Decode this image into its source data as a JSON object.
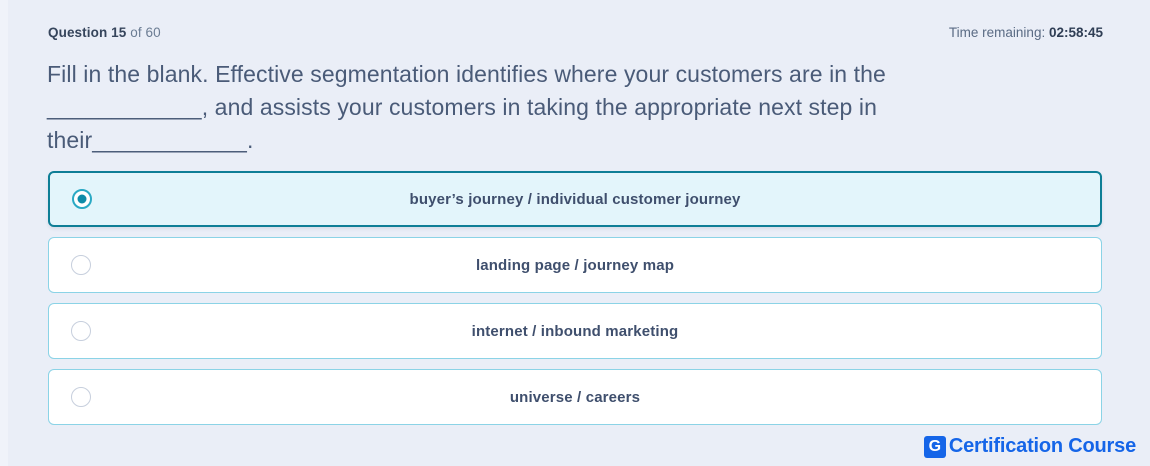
{
  "header": {
    "question_label": "Question",
    "question_number": "15",
    "question_of": " of 60",
    "timer_label": "Time remaining: ",
    "timer_value": "02:58:45"
  },
  "question": {
    "text": "Fill in the blank. Effective segmentation identifies where your customers are in the ____________, and assists your customers in taking the appropriate next step in their____________."
  },
  "options": [
    {
      "label": "buyer’s journey / individual customer journey",
      "selected": true,
      "radio_icon": "radio-selected-icon"
    },
    {
      "label": "landing page / journey map",
      "selected": false,
      "radio_icon": "radio-unselected-icon"
    },
    {
      "label": "internet / inbound marketing",
      "selected": false,
      "radio_icon": "radio-unselected-icon"
    },
    {
      "label": "universe / careers",
      "selected": false,
      "radio_icon": "radio-unselected-icon"
    }
  ],
  "footer": {
    "logo_glyph": "G",
    "logo_text": "Certification Course"
  },
  "colors": {
    "page_background": "#eaeef7",
    "selected_border": "#0e7e96",
    "selected_background": "#e3f5fb",
    "option_border": "#8bd3e6",
    "radio_accent": "#0e8ba8",
    "question_text": "#4a5b78",
    "option_text": "#3f4f6d",
    "brand_blue": "#1565e8"
  }
}
